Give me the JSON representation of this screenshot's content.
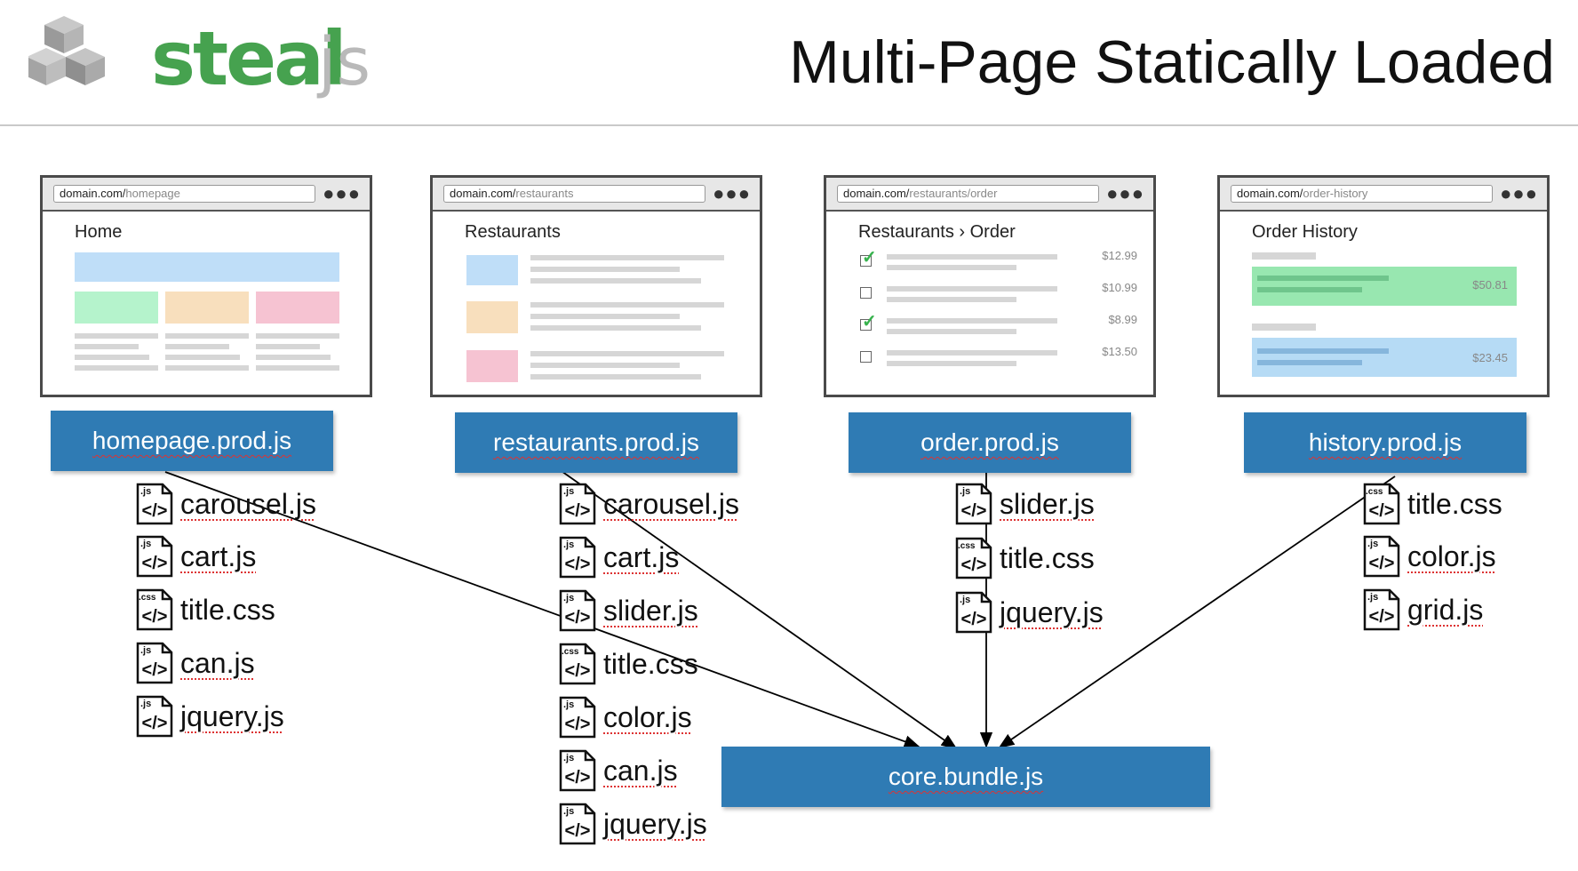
{
  "header": {
    "logo_main": "steal",
    "logo_suffix": "js",
    "title": "Multi-Page Statically Loaded"
  },
  "pages": [
    {
      "url_domain": "domain.com/",
      "url_path": "homepage",
      "heading": "Home",
      "bundle": "homepage.prod.js",
      "files": [
        "carousel.js",
        "cart.js",
        "title.css",
        "can.js",
        "jquery.js"
      ]
    },
    {
      "url_domain": "domain.com/",
      "url_path": "restaurants",
      "heading": "Restaurants",
      "bundle": "restaurants.prod.js",
      "files": [
        "carousel.js",
        "cart.js",
        "slider.js",
        "title.css",
        "color.js",
        "can.js",
        "jquery.js"
      ]
    },
    {
      "url_domain": "domain.com/",
      "url_path": "restaurants/order",
      "heading": "Restaurants › Order",
      "bundle": "order.prod.js",
      "prices": [
        "$12.99",
        "$10.99",
        "$8.99",
        "$13.50"
      ],
      "checked": [
        true,
        false,
        true,
        false
      ],
      "files": [
        "slider.js",
        "title.css",
        "jquery.js"
      ]
    },
    {
      "url_domain": "domain.com/",
      "url_path": "order-history",
      "heading": "Order History",
      "bundle": "history.prod.js",
      "amounts": [
        "$50.81",
        "$23.45"
      ],
      "files": [
        "title.css",
        "color.js",
        "grid.js"
      ]
    }
  ],
  "core_bundle": "core.bundle.js",
  "file_icon_tags": {
    "js": ".js",
    "css": ".css"
  },
  "colors": {
    "bundle_blue": "#2f7bb4",
    "logo_green": "#46a24f",
    "block_blue": "#bfdef8",
    "block_green": "#b5f3cc",
    "block_orange": "#f8dfbd",
    "block_pink": "#f6c3d2",
    "history_green": "#98e7b0",
    "history_blue": "#b6dbf5"
  }
}
